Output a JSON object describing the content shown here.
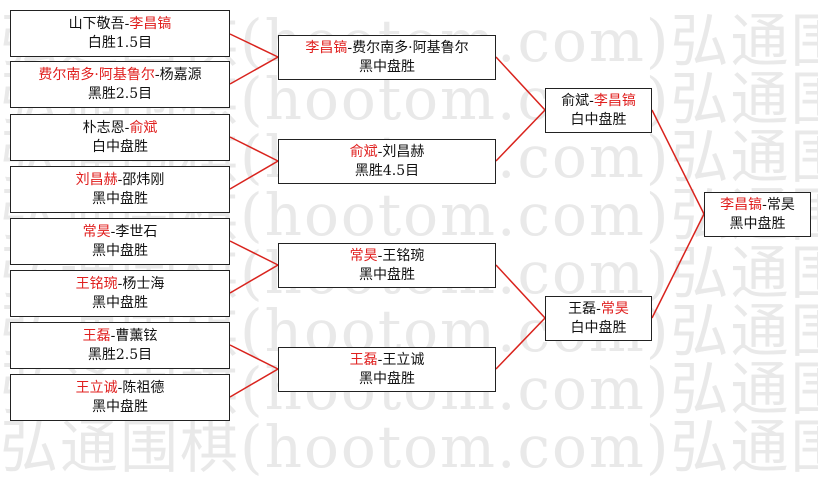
{
  "watermark": "弘通围棋(hootom.com)弘通围",
  "colors": {
    "winner": "#e0201f",
    "connector": "#d9241e",
    "border": "#222222"
  },
  "matches": [
    {
      "p1": "山下敬吾",
      "p2": "李昌镐",
      "winner": 2,
      "result": "白胜1.5目"
    },
    {
      "p1": "费尔南多·阿基鲁尔",
      "p2": "杨嘉源",
      "winner": 1,
      "result": "黑胜2.5目"
    },
    {
      "p1": "朴志恩",
      "p2": "俞斌",
      "winner": 2,
      "result": "白中盘胜"
    },
    {
      "p1": "刘昌赫",
      "p2": "邵炜刚",
      "winner": 1,
      "result": "黑中盘胜"
    },
    {
      "p1": "常昊",
      "p2": "李世石",
      "winner": 1,
      "result": "黑中盘胜"
    },
    {
      "p1": "王铭琬",
      "p2": "杨士海",
      "winner": 1,
      "result": "黑中盘胜"
    },
    {
      "p1": "王磊",
      "p2": "曹薰铉",
      "winner": 1,
      "result": "黑胜2.5目"
    },
    {
      "p1": "王立诚",
      "p2": "陈祖德",
      "winner": 1,
      "result": "黑中盘胜"
    },
    {
      "p1": "李昌镐",
      "p2": "费尔南多·阿基鲁尔",
      "winner": 1,
      "result": "黑中盘胜"
    },
    {
      "p1": "俞斌",
      "p2": "刘昌赫",
      "winner": 1,
      "result": "黑胜4.5目"
    },
    {
      "p1": "常昊",
      "p2": "王铭琬",
      "winner": 1,
      "result": "黑中盘胜"
    },
    {
      "p1": "王磊",
      "p2": "王立诚",
      "winner": 1,
      "result": "黑中盘胜"
    },
    {
      "p1": "俞斌",
      "p2": "李昌镐",
      "winner": 2,
      "result": "白中盘胜"
    },
    {
      "p1": "王磊",
      "p2": "常昊",
      "winner": 2,
      "result": "白中盘胜"
    },
    {
      "p1": "李昌镐",
      "p2": "常昊",
      "winner": 1,
      "result": "黑中盘胜"
    }
  ]
}
